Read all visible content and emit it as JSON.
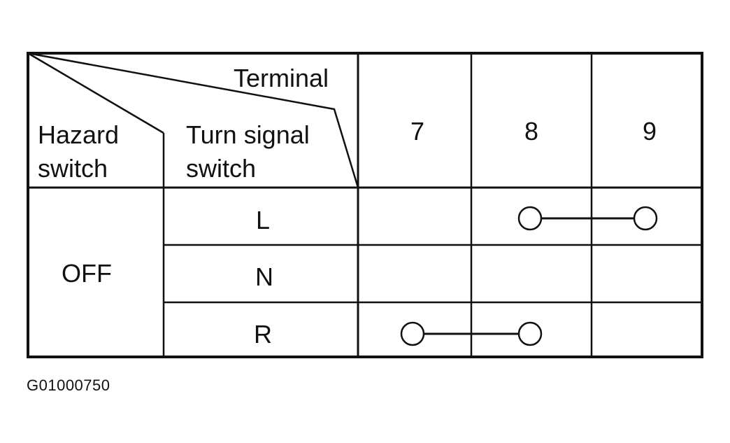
{
  "header": {
    "terminal_label": "Terminal",
    "hazard_label_line1": "Hazard",
    "hazard_label_line2": "switch",
    "turn_label_line1": "Turn signal",
    "turn_label_line2": "switch",
    "terminals": [
      "7",
      "8",
      "9"
    ]
  },
  "hazard_state": "OFF",
  "rows": [
    {
      "position": "L",
      "connected_terminals": [
        "8",
        "9"
      ]
    },
    {
      "position": "N",
      "connected_terminals": []
    },
    {
      "position": "R",
      "connected_terminals": [
        "7",
        "8"
      ]
    }
  ],
  "figure_id": "G01000750"
}
